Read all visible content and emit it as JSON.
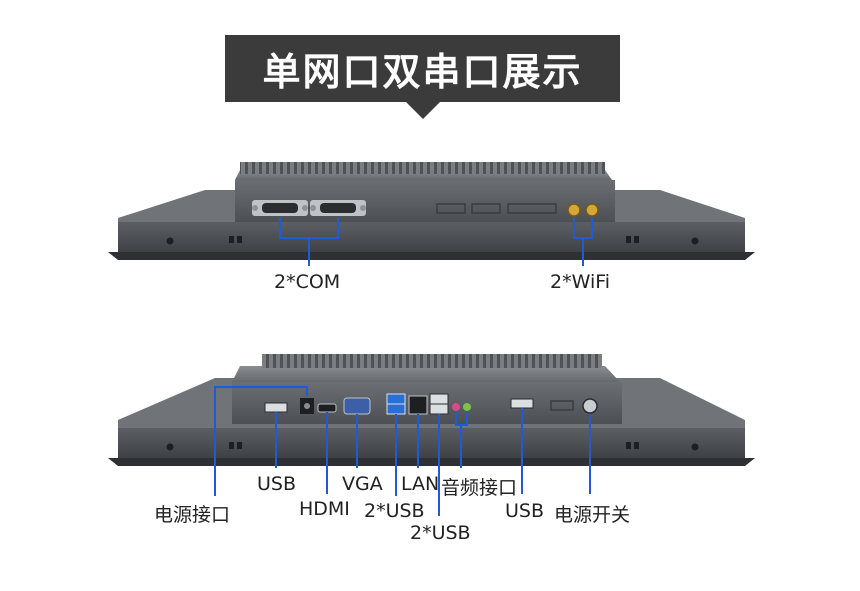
{
  "banner": {
    "title": "单网口双串口展示"
  },
  "colors": {
    "banner_bg": "#3b3b3b",
    "callout": "#1e5bd6",
    "chassis": "#4a4d52"
  },
  "top_device": {
    "labels": {
      "com": "2*COM",
      "wifi": "2*WiFi"
    }
  },
  "bottom_device": {
    "labels": {
      "usb_left": "USB",
      "power_port": "电源接口",
      "hdmi": "HDMI",
      "vga": "VGA",
      "usb_pair_1": "2*USB",
      "lan": "LAN",
      "usb_pair_2": "2*USB",
      "audio": "音频接口",
      "usb_right": "USB",
      "power_switch": "电源开关"
    }
  }
}
